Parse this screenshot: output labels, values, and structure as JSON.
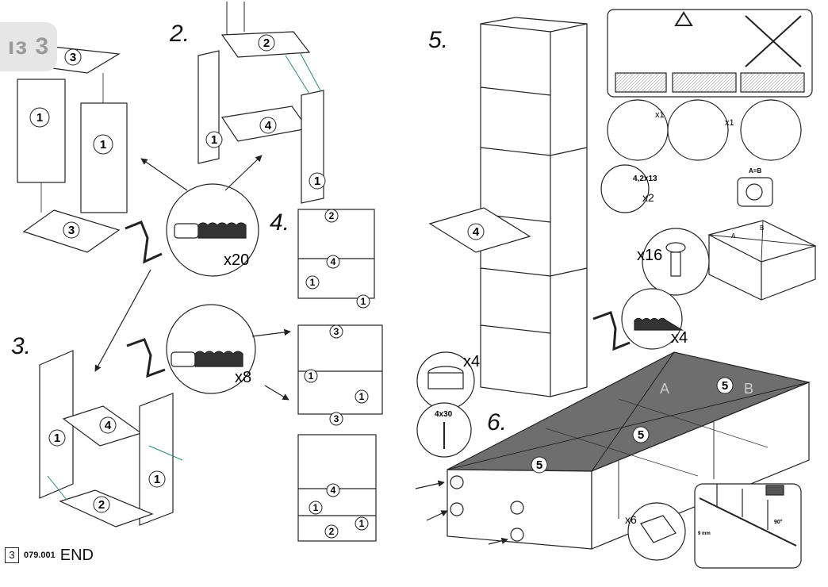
{
  "page_badge": "ıз 3",
  "steps": {
    "s2": "2.",
    "s3": "3.",
    "s4": "4.",
    "s5": "5.",
    "s6": "6."
  },
  "part_numbers": {
    "p1": "1",
    "p2": "2",
    "p3": "3",
    "p4": "4",
    "p5": "5"
  },
  "quantities": {
    "dowel_x20": "x20",
    "dowel_x8": "x8",
    "cam_x16": "x16",
    "dowel_x4": "x4",
    "foot_x4": "x4",
    "screw_x2": "x2",
    "bracket_x1_a": "x1",
    "bracket_x1_b": "x1",
    "clip_x6": "x6"
  },
  "screw_sizes": {
    "wall_screw": "4,2x13",
    "foot_screw": "4x30"
  },
  "diagonal_check": {
    "rule": "A=B",
    "a": "A",
    "b": "B"
  },
  "angle_note": {
    "depth": "9 mm",
    "angle": "90°"
  },
  "footer": {
    "page_number": "3",
    "doc_code": "079.001",
    "end_label": "END"
  }
}
